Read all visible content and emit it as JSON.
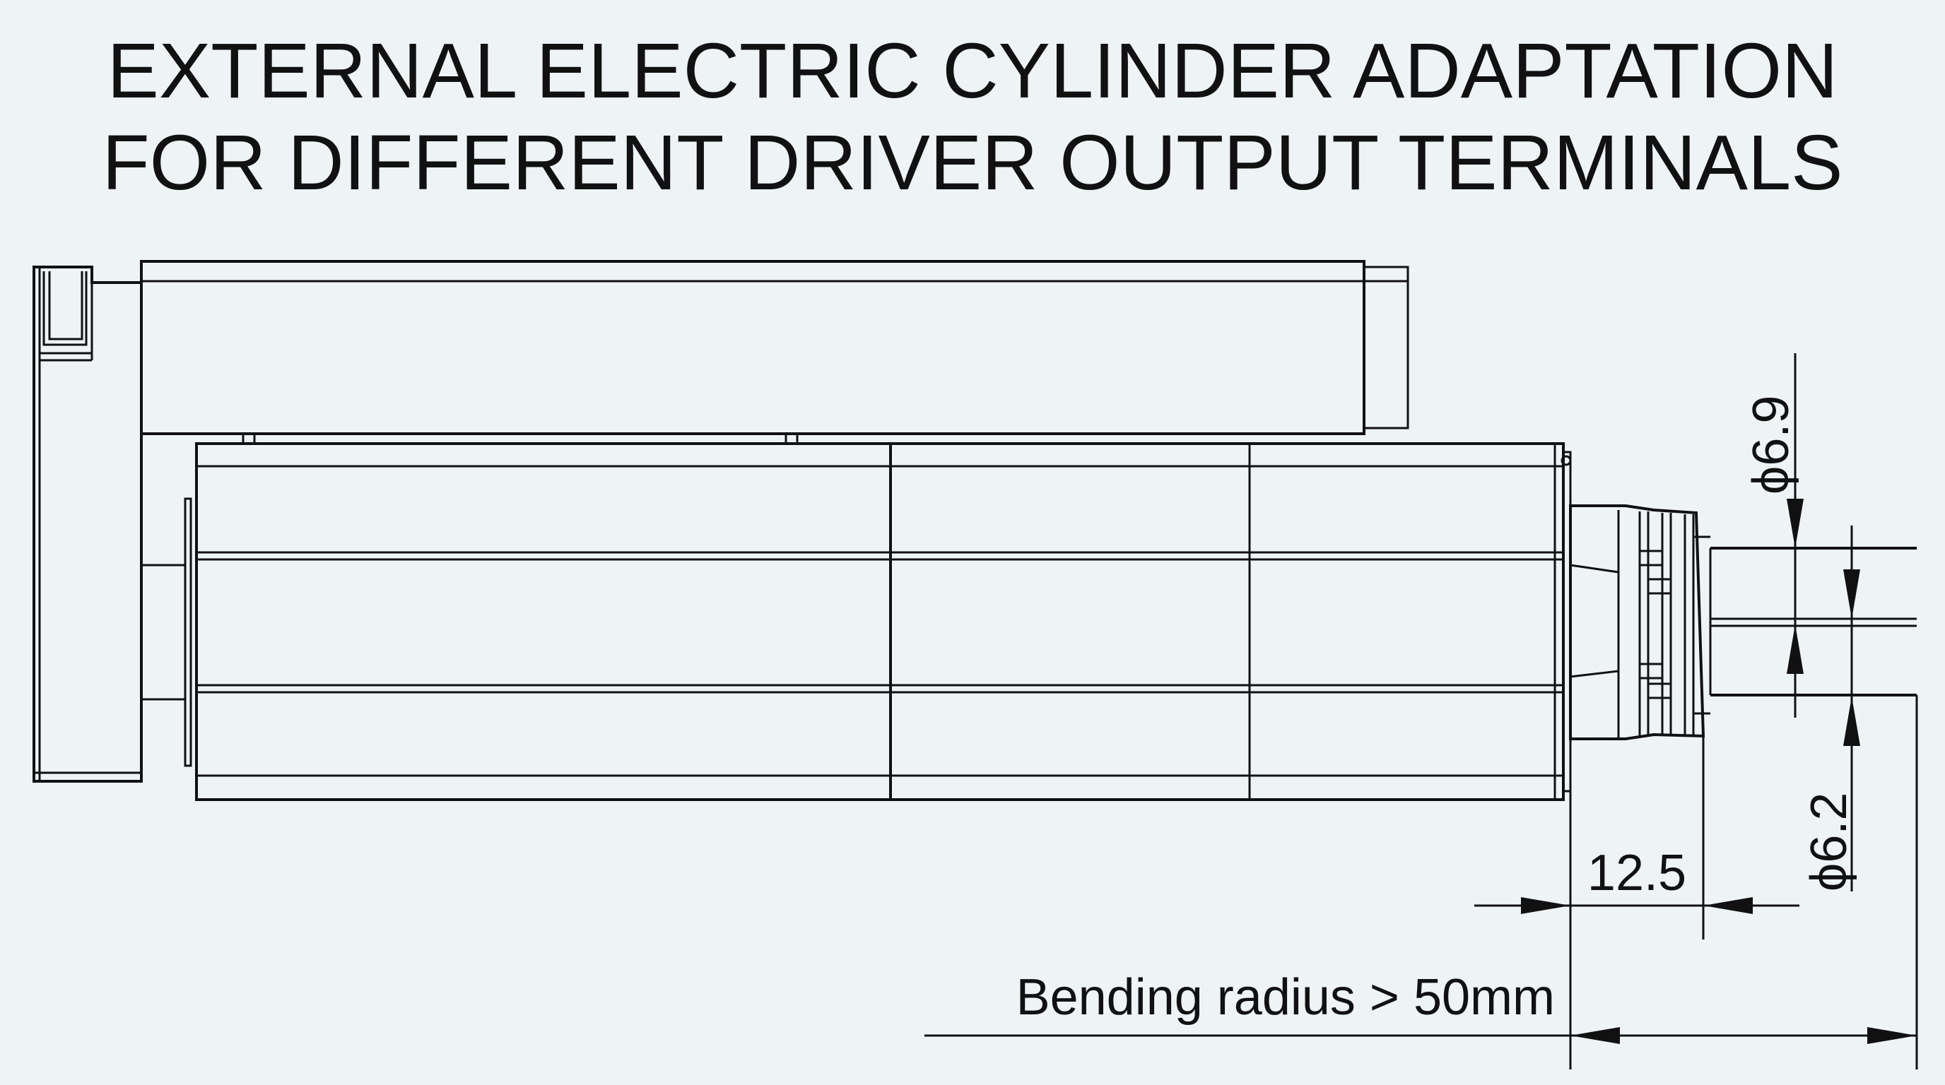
{
  "title": {
    "line1": "EXTERNAL ELECTRIC CYLINDER ADAPTATION",
    "line2": "FOR DIFFERENT DRIVER OUTPUT TERMINALS"
  },
  "dimensions": {
    "outer_diameter": "ϕ6.9",
    "inner_diameter": "ϕ6.2",
    "connector_length": "12.5",
    "bending_radius": "Bending radius > 50mm"
  },
  "colors": {
    "background": "#eef3f6",
    "line": "#111111"
  }
}
